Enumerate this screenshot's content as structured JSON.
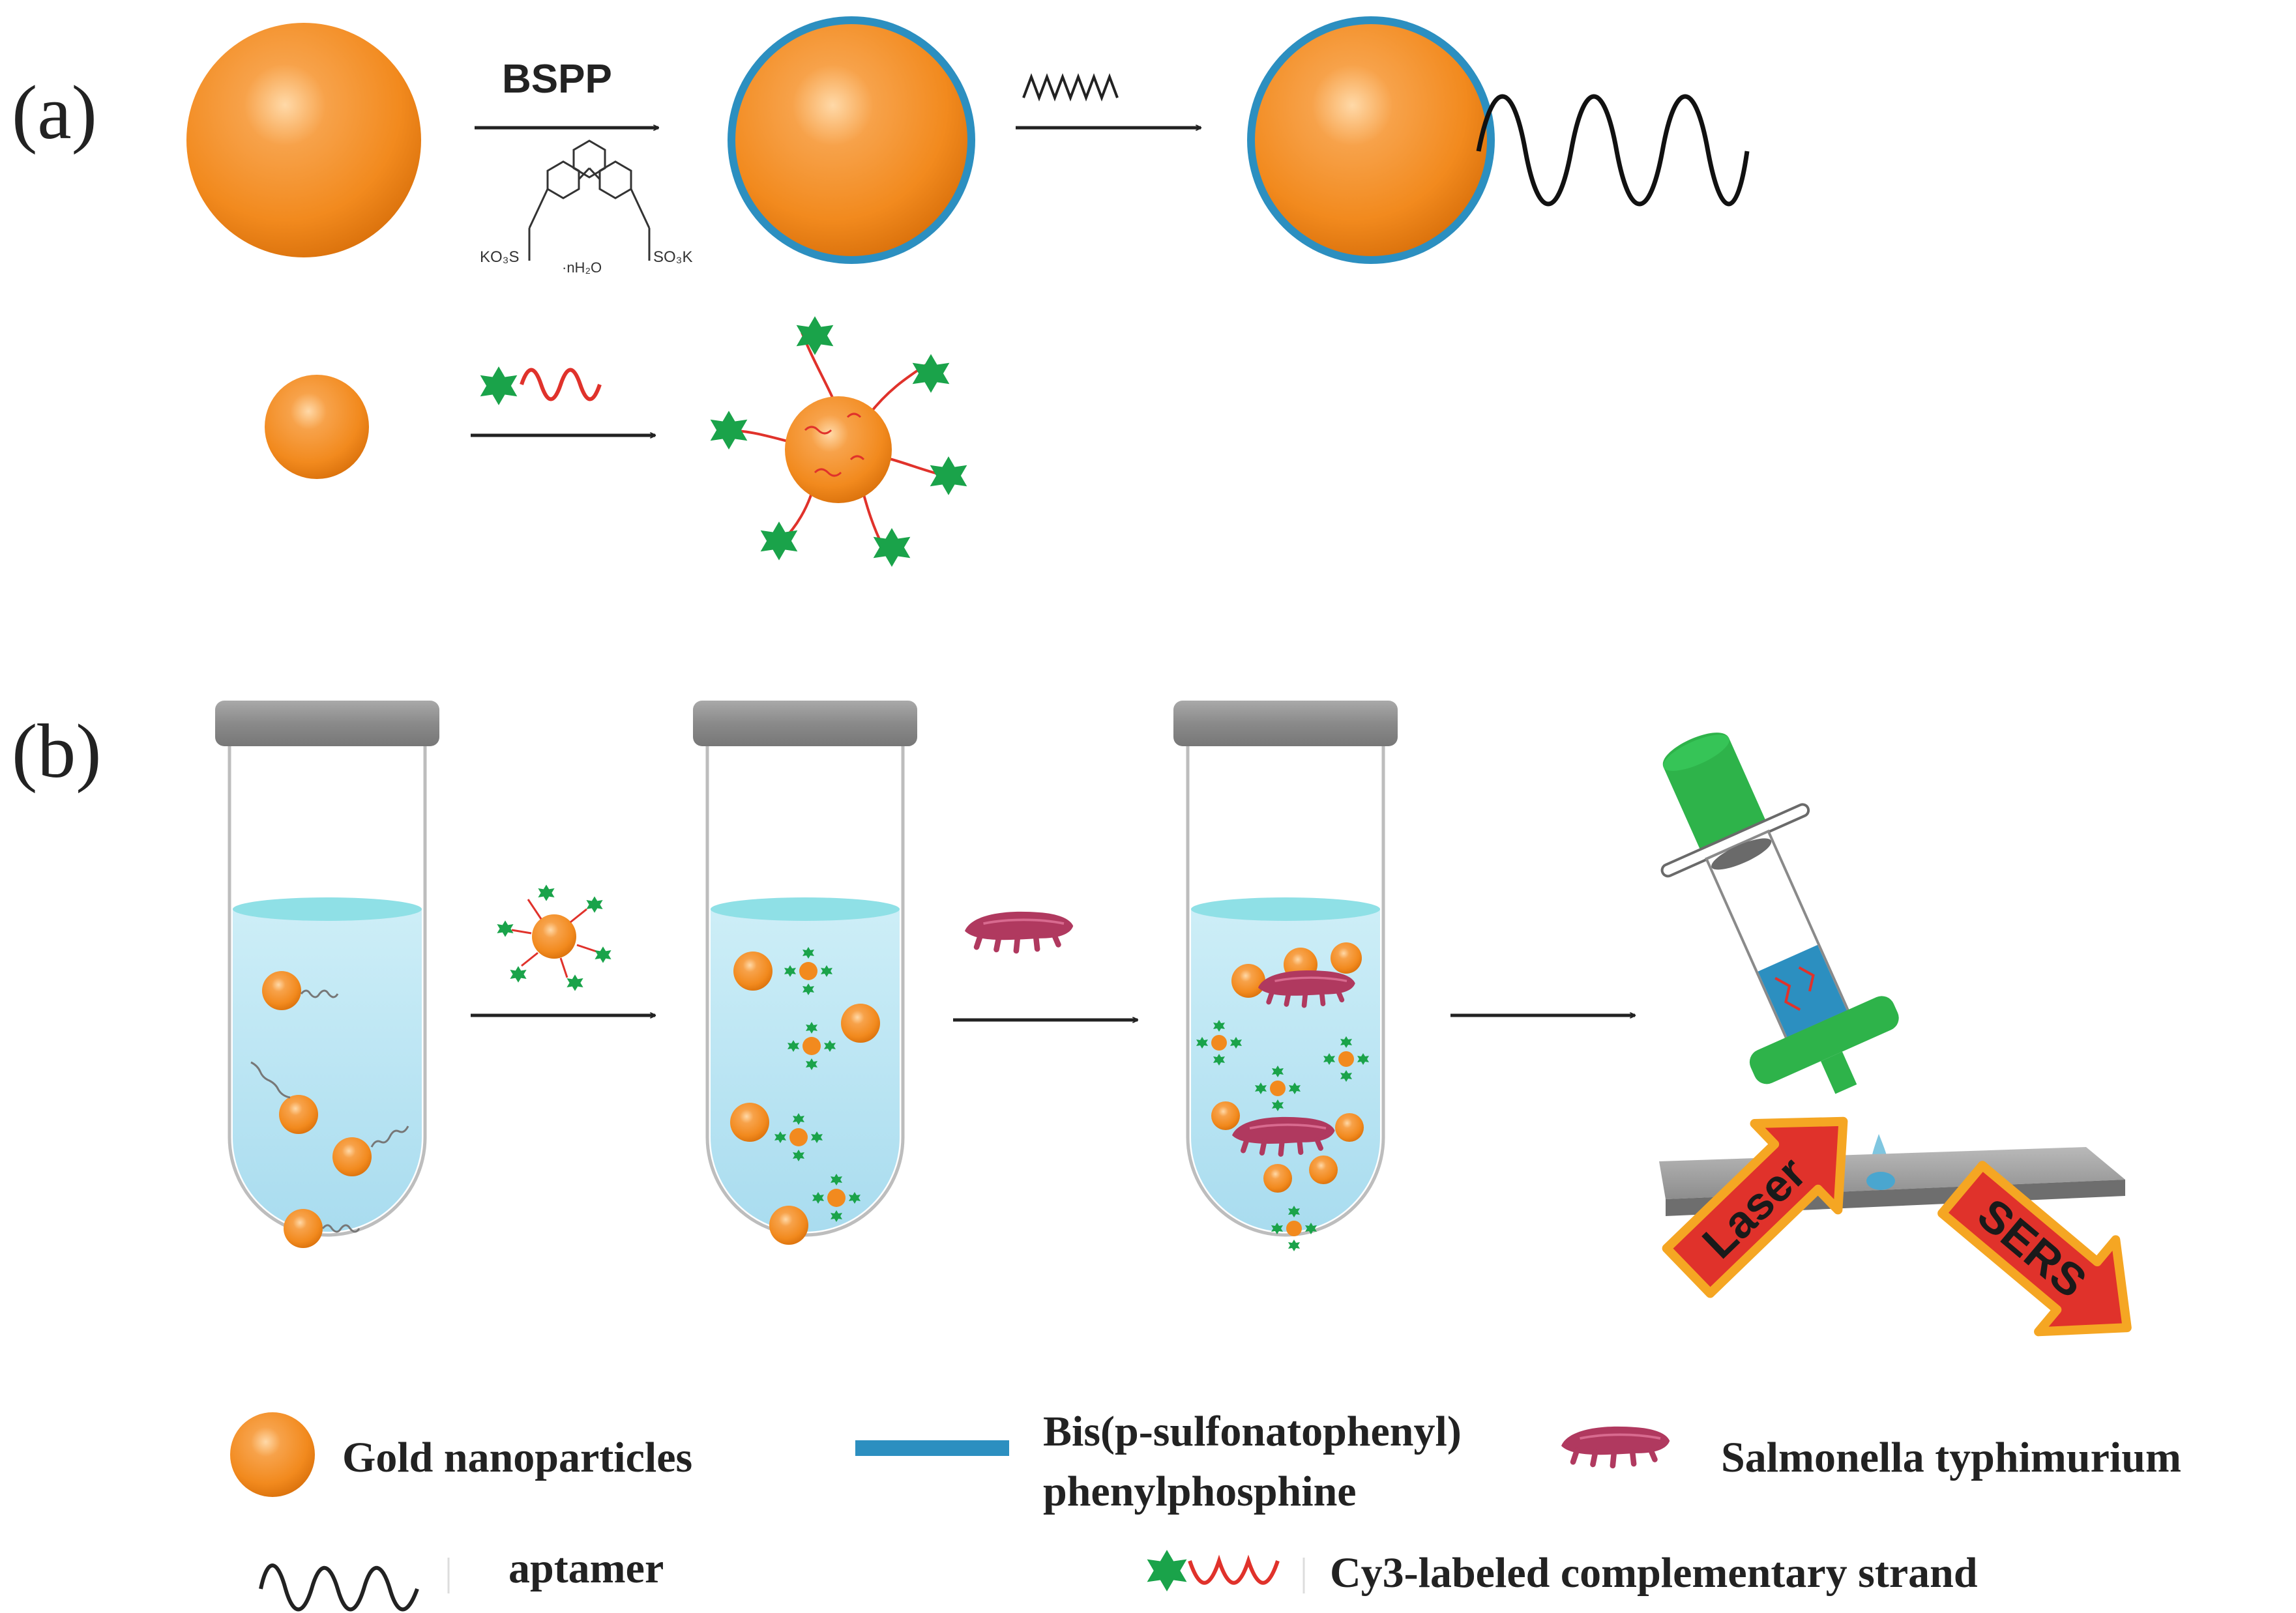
{
  "panels": {
    "a_label": "(a)",
    "b_label": "(b)"
  },
  "reagents": {
    "bspp": "BSPP",
    "formula_left": "KO₃S",
    "formula_right": "SO₃K",
    "formula_water": "·nH₂O"
  },
  "labels": {
    "laser": "Laser",
    "sers": "SERS"
  },
  "legend": {
    "gold": "Gold nanoparticles",
    "bspp_line1": "Bis(p-sulfonatophenyl)",
    "bspp_line2": "phenylphosphine",
    "salmonella": "Salmonella typhimurium",
    "aptamer": "aptamer",
    "cy3": "Cy3-labeled complementary strand"
  },
  "colors": {
    "gold": "#f28a1e",
    "bspp_shell": "#2c8fc0",
    "cy3_star": "#1aa34a",
    "strand": "#e0322b",
    "bacteria": "#b0395f",
    "liquid": "#bfe6f2",
    "syringe": "#2eb34a",
    "arrow_red": "#e0322b"
  }
}
